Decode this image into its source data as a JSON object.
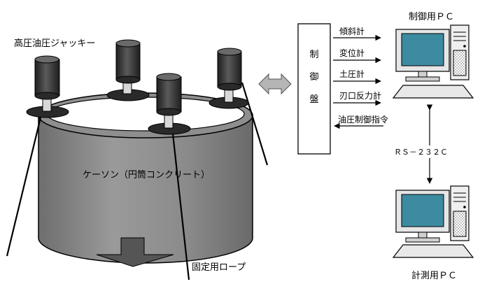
{
  "caisson": {
    "label": "ケーソン（円筒コンクリート）"
  },
  "jacks": {
    "label": "高圧油圧ジャッキー"
  },
  "rope": {
    "label": "固定用ロープ"
  },
  "control_panel": {
    "chars": [
      "制",
      "御",
      "盤"
    ]
  },
  "signals": [
    {
      "label": "傾斜計",
      "direction": "in"
    },
    {
      "label": "変位計",
      "direction": "in"
    },
    {
      "label": "土圧計",
      "direction": "in"
    },
    {
      "label": "刃口反力計",
      "direction": "in"
    },
    {
      "label": "油圧制御指令",
      "direction": "out"
    }
  ],
  "pcs": {
    "control_pc": "制御用ＰＣ",
    "measure_pc": "計測用ＰＣ",
    "link": "ＲＳ－２３２Ｃ"
  },
  "colors": {
    "caisson_body": "#8c8c8c",
    "jack": "#404040",
    "pc_screen": "#3d8ba0",
    "double_arrow": "#b5b5b5"
  }
}
